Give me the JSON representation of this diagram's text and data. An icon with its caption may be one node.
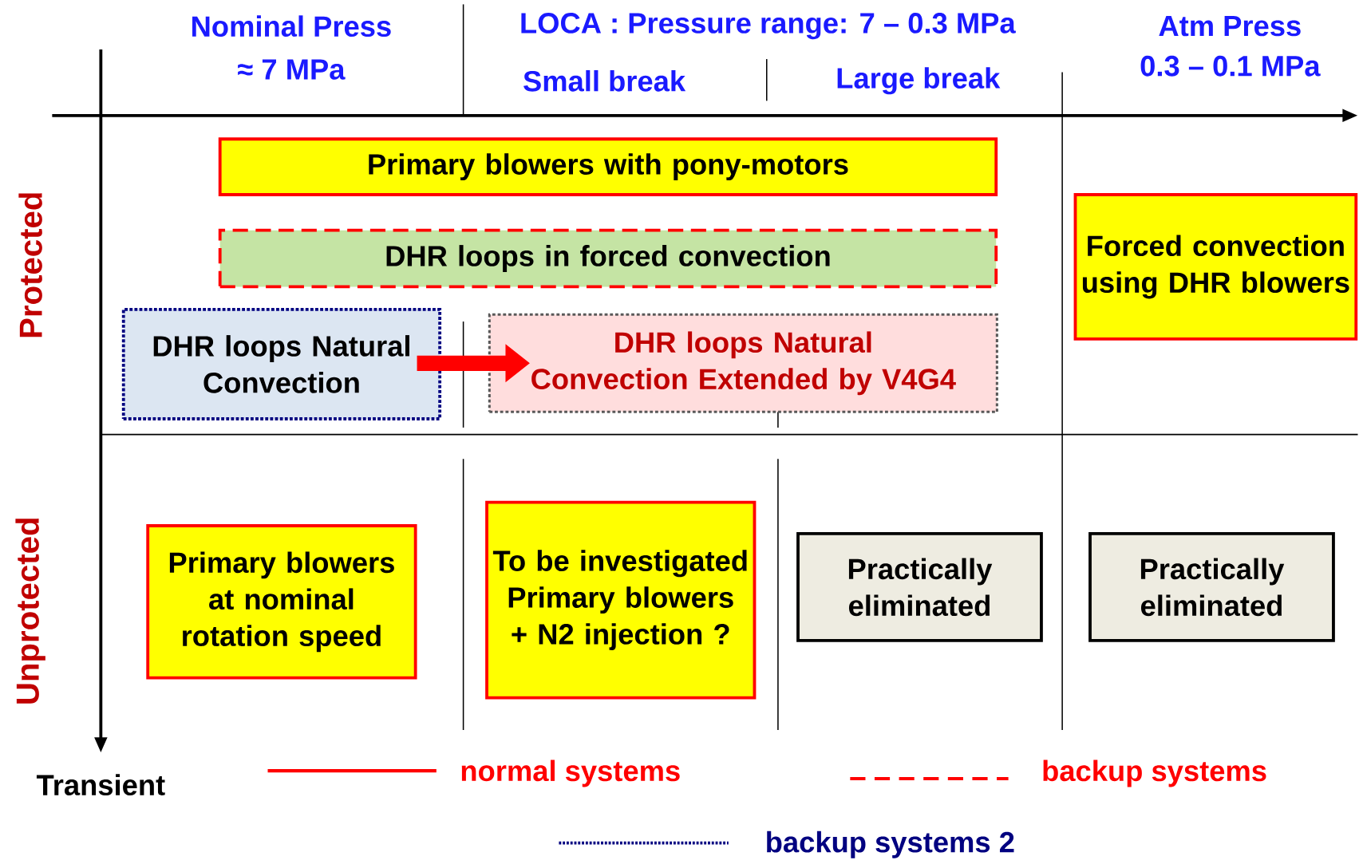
{
  "diagram": {
    "nodes": [
      {
        "text": [
          "Primary blowers with pony-motors"
        ]
      },
      {
        "text": [
          "DHR loops in forced convection"
        ]
      },
      {
        "text": [
          "Forced convection using DHR blowers"
        ]
      },
      {
        "text": [
          "DHR loops Natural Convection"
        ]
      },
      {
        "text": [
          "DHR loops Natural Convection Extended by V4G4"
        ]
      },
      {
        "text": [
          "Primary blowers at nominal rotation speed"
        ]
      },
      {
        "text": [
          "To be investigated Primary blowers + N2 injection ?"
        ]
      },
      {
        "text": [
          "Practically eliminated"
        ]
      },
      {
        "text": [
          "Practically eliminated"
        ]
      }
    ],
    "edges": [
      {
        "from": 3,
        "to": 4,
        "arrow": "to"
      }
    ],
    "labels": [
      "Nominal Press",
      "≈ 7 MPa",
      "LOCA :  Pressure range: 7 – 0.3 MPa",
      "Small break",
      "Large break",
      "Atm Press",
      "0.3 – 0.1 MPa",
      "Protected",
      "Unprotected",
      "Transient"
    ],
    "legend": [
      {
        "text": "normal systems"
      },
      {
        "text": "backup systems"
      },
      {
        "text": "backup systems 2"
      }
    ]
  }
}
